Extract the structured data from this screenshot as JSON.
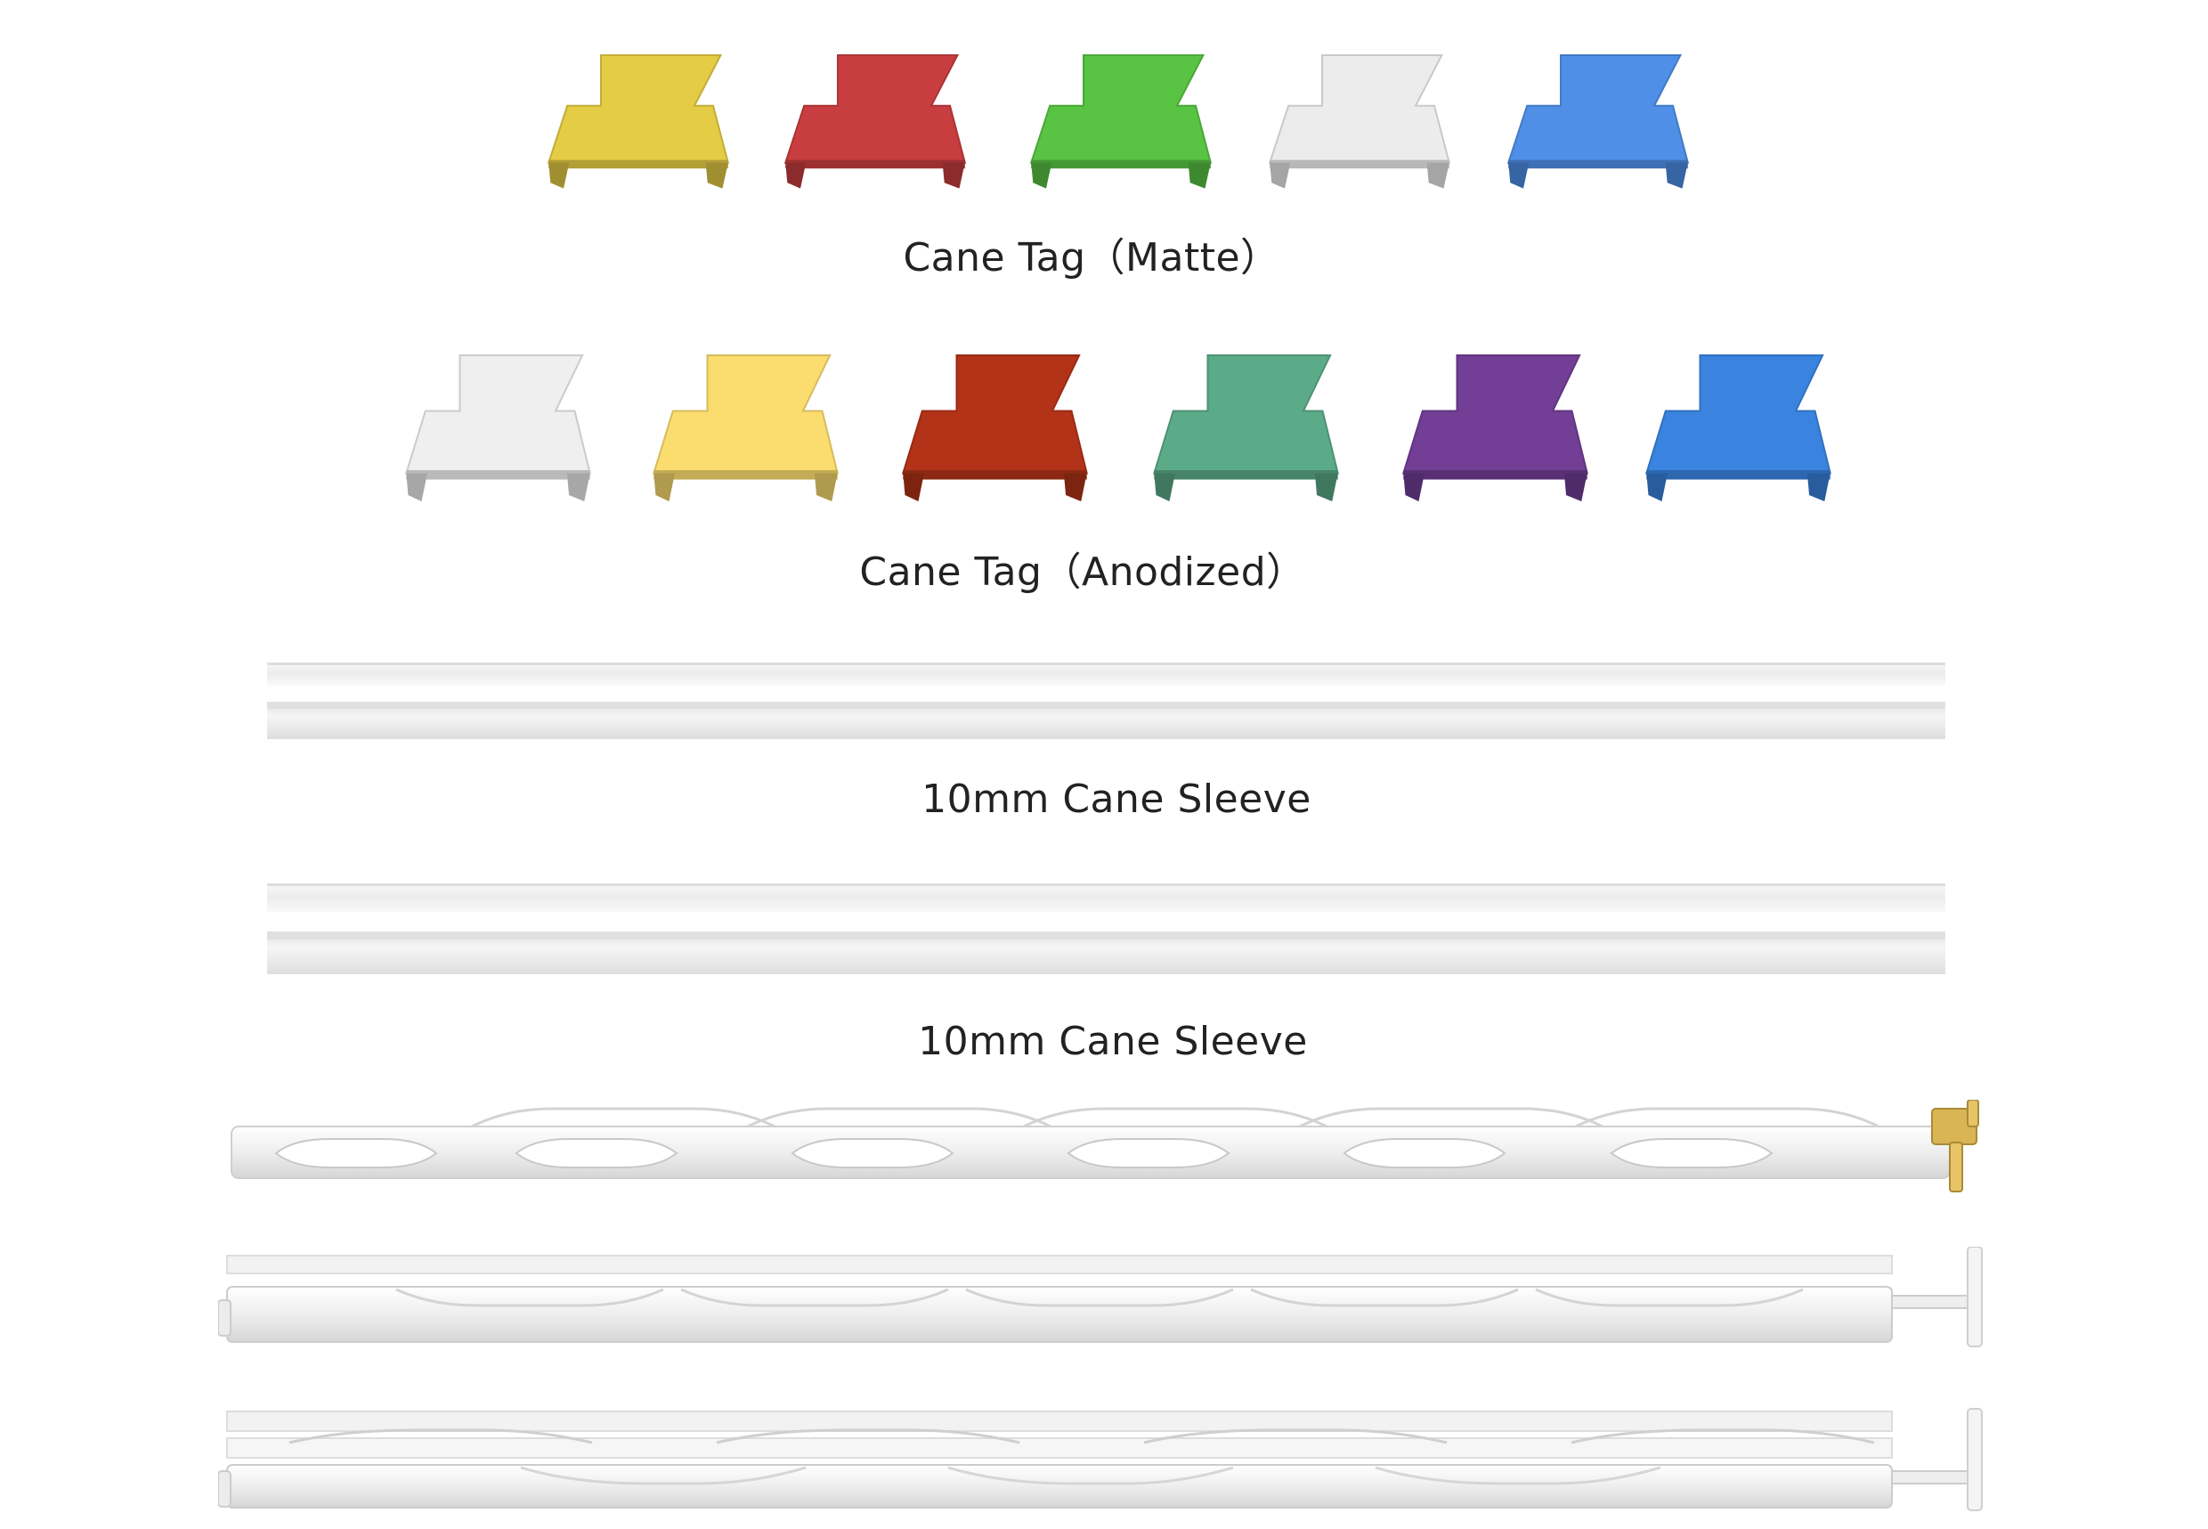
{
  "captions": {
    "matte": "Cane Tag（Matte）",
    "anodized": "Cane Tag（Anodized）",
    "sleeve_a": "10mm Cane Sleeve",
    "sleeve_b": "10mm Cane Sleeve"
  },
  "matte_tags": [
    {
      "color": "#e4cc45",
      "name": "yellow"
    },
    {
      "color": "#c83d3f",
      "name": "red"
    },
    {
      "color": "#59c443",
      "name": "green"
    },
    {
      "color": "#ececec",
      "name": "white"
    },
    {
      "color": "#4f8fe8",
      "name": "blue"
    }
  ],
  "anodized_tags": [
    {
      "color": "#efefef",
      "name": "white"
    },
    {
      "color": "#fbdc6e",
      "name": "yellow"
    },
    {
      "color": "#b33318",
      "name": "red"
    },
    {
      "color": "#5bab88",
      "name": "teal-green"
    },
    {
      "color": "#723e96",
      "name": "purple"
    },
    {
      "color": "#3a84e0",
      "name": "blue"
    }
  ],
  "colors": {
    "sleeve": "#f1f1f1",
    "sleeve_shade": "#dcdcdc",
    "rail_edge": "#c9c9c9",
    "clip": "#d9b556"
  }
}
